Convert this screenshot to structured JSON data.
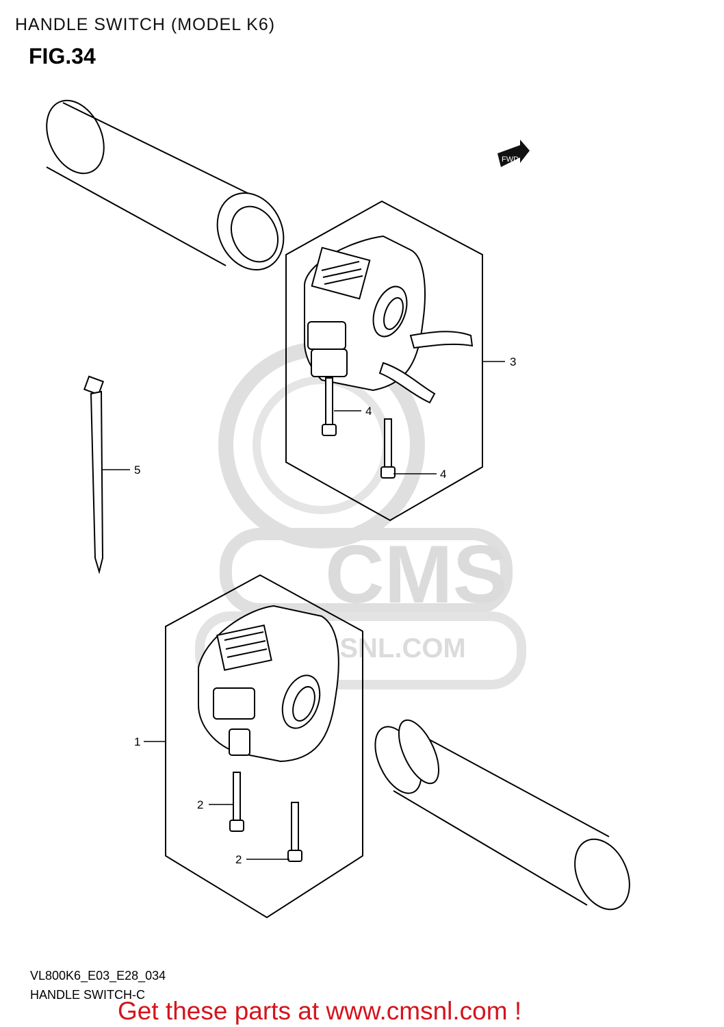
{
  "header": {
    "title": "HANDLE SWITCH (MODEL K6)",
    "figure": "FIG.34"
  },
  "badge": {
    "fwd": "FWD"
  },
  "callouts": [
    {
      "number": "1"
    },
    {
      "number": "2"
    },
    {
      "number": "2"
    },
    {
      "number": "3"
    },
    {
      "number": "4"
    },
    {
      "number": "4"
    },
    {
      "number": "5"
    }
  ],
  "watermark": {
    "brand": "CMS",
    "url": "WWW.CMSNL.COM"
  },
  "footer": {
    "code": "VL800K6_E03_E28_034",
    "name": "HANDLE SWITCH-C",
    "promo": "Get these parts at www.cmsnl.com !"
  },
  "colors": {
    "line": "#000000",
    "watermark": "#d8d8d8",
    "promo": "#d4141c"
  }
}
